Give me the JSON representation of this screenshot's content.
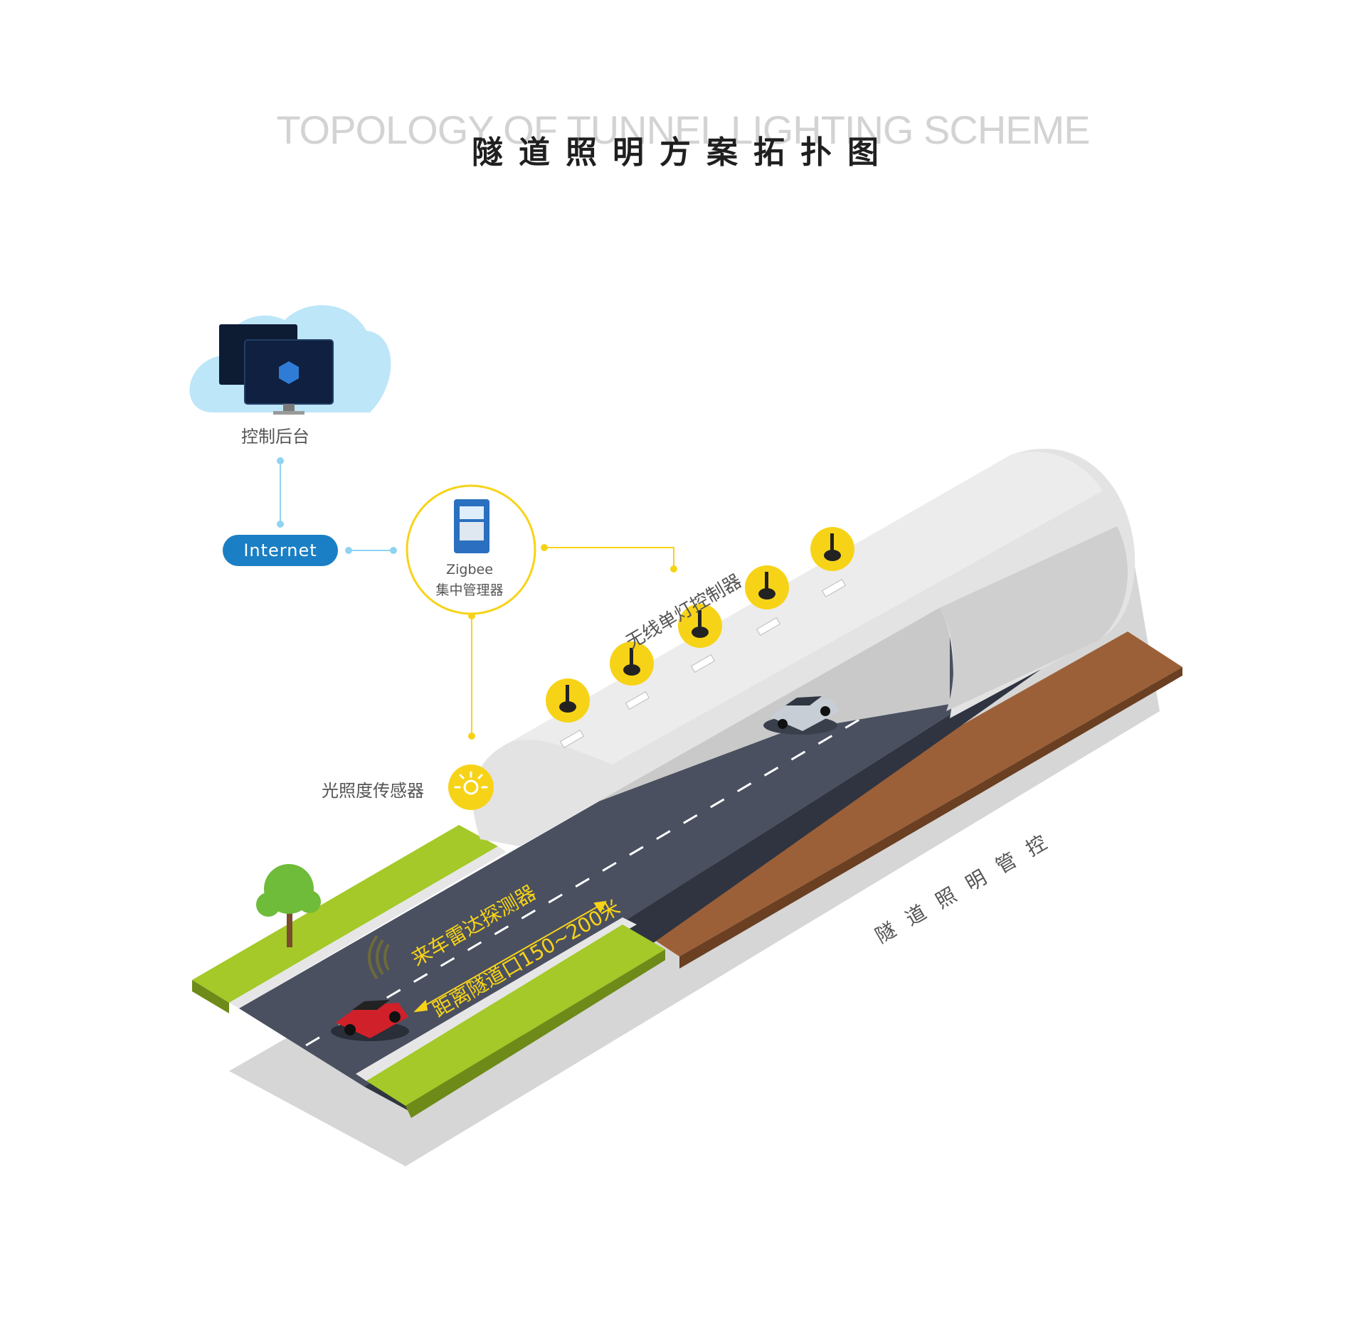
{
  "title": {
    "en": "TOPOLOGY OF TUNNEL LIGHTING SCHEME",
    "cn": "隧道照明方案拓扑图"
  },
  "nodes": {
    "backend": "控制后台",
    "internet": "Internet",
    "zigbee_line1": "Zigbee",
    "zigbee_line2": "集中管理器",
    "controller": "无线单灯控制器",
    "sensor": "光照度传感器",
    "radar": "来车雷达探测器",
    "distance": "距离隧道口150~200米",
    "side": "隧 道 照 明 管 控"
  },
  "colors": {
    "accent": "#f7d318",
    "link": "#8fd3f0",
    "internet": "#1a7fc4",
    "road": "#4a5060",
    "grass": "#9ec326",
    "earth": "#7a4b2c"
  }
}
